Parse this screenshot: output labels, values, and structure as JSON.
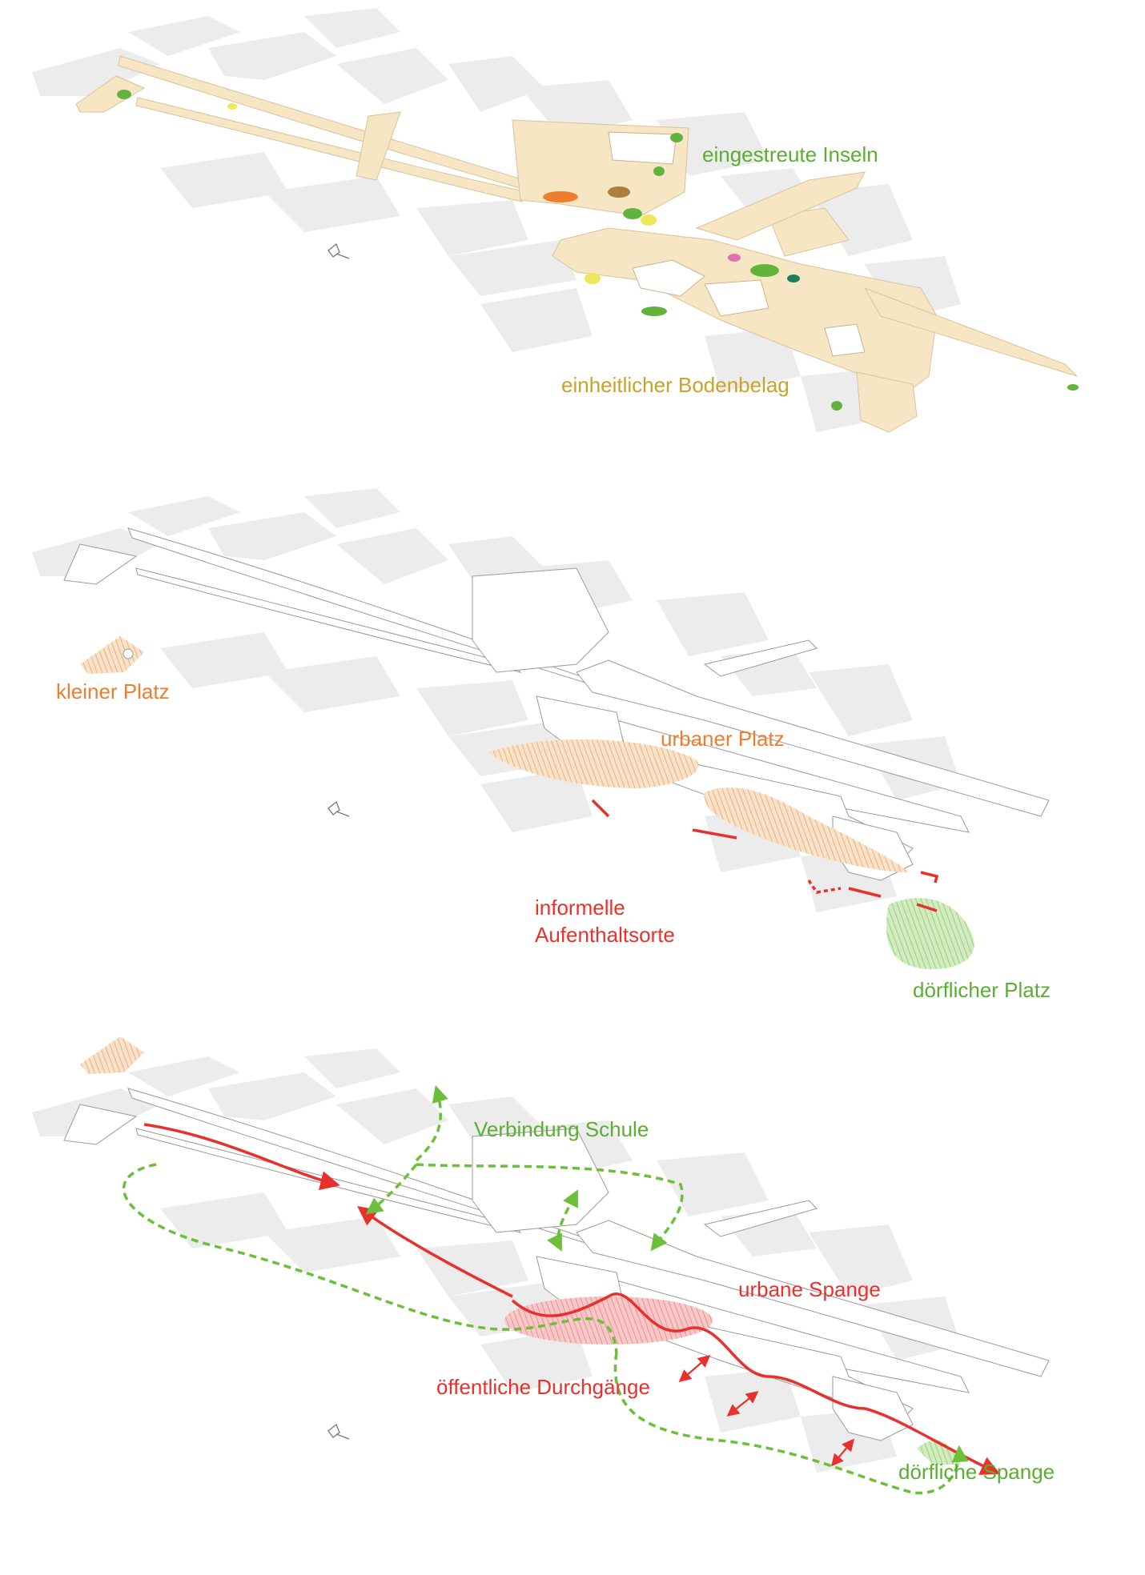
{
  "panels": [
    {
      "id": "panel-1",
      "labels": {
        "islands": "eingestreute Inseln",
        "paving": "einheitlicher Bodenbelag"
      }
    },
    {
      "id": "panel-2",
      "labels": {
        "small_square": "kleiner Platz",
        "urban_square": "urbaner Platz",
        "informal_line1": "informelle",
        "informal_line2": "Aufenthaltsorte",
        "village_square": "dörflicher Platz"
      }
    },
    {
      "id": "panel-3",
      "labels": {
        "school_link": "Verbindung Schule",
        "urban_link": "urbane Spange",
        "public_passages": "öffentliche Durchgänge",
        "village_link": "dörfliche Spange"
      }
    }
  ],
  "colors": {
    "label_green": "#5aae32",
    "label_gold": "#c9a227",
    "label_orange": "#ef7d2e",
    "label_red": "#e8312c",
    "paving_fill": "#f7e6c4",
    "building_gray": "#ededed",
    "island_green": "#62b33c",
    "island_yellow": "#efe65a",
    "island_orange": "#ef7d2e",
    "island_brown": "#b07c3a",
    "island_pink": "#e070b0",
    "island_teal": "#1f7d5c",
    "hatch_orange": "#f2c9a0",
    "hatch_green": "#b7dd9c",
    "route_red": "#e8312c",
    "route_green": "#6cbf3a"
  },
  "icons": [
    "north-arrow-icon",
    "north-arrow-icon",
    "north-arrow-icon"
  ]
}
